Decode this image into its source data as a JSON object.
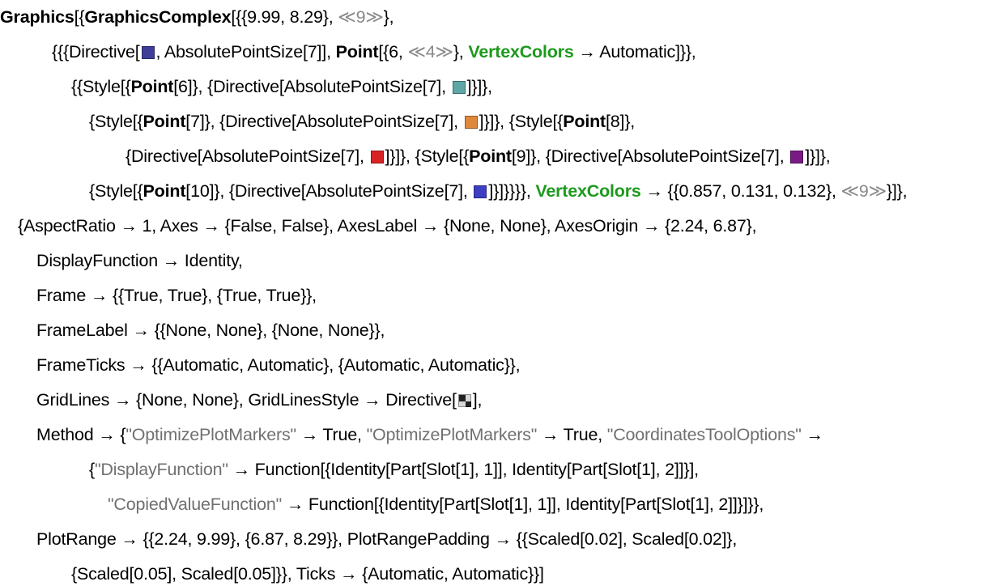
{
  "lines": [
    [
      {
        "t": "Graphics",
        "s": "b"
      },
      {
        "t": "[{"
      },
      {
        "t": "GraphicsComplex",
        "s": "b"
      },
      {
        "t": "[{{9.99, 8.29}, "
      },
      {
        "t": "≪9≫",
        "s": "gr"
      },
      {
        "t": "},"
      }
    ],
    [
      {
        "t": "{{{Directive["
      },
      {
        "sw": "#3f3d99"
      },
      {
        "t": ", AbsolutePointSize[7]], "
      },
      {
        "t": "Point",
        "s": "b"
      },
      {
        "t": "[{6, "
      },
      {
        "t": "≪4≫",
        "s": "gr"
      },
      {
        "t": "}, "
      },
      {
        "t": "VertexColors",
        "s": "g"
      },
      {
        "t": " → Automatic]}},"
      }
    ],
    [
      {
        "t": "{{Style[{"
      },
      {
        "t": "Point",
        "s": "b"
      },
      {
        "t": "[6]}, {Directive[AbsolutePointSize[7], "
      },
      {
        "sw": "#5fa6a6"
      },
      {
        "t": "]}]},"
      }
    ],
    [
      {
        "t": "{Style[{"
      },
      {
        "t": "Point",
        "s": "b"
      },
      {
        "t": "[7]}, {Directive[AbsolutePointSize[7], "
      },
      {
        "sw": "#e0883a"
      },
      {
        "t": "]}]}, {Style[{"
      },
      {
        "t": "Point",
        "s": "b"
      },
      {
        "t": "[8]},"
      }
    ],
    [
      {
        "t": "{Directive[AbsolutePointSize[7], "
      },
      {
        "sw": "#d92426"
      },
      {
        "t": "]}]}, {Style[{"
      },
      {
        "t": "Point",
        "s": "b"
      },
      {
        "t": "[9]}, {Directive[AbsolutePointSize[7], "
      },
      {
        "sw": "#7a1a84"
      },
      {
        "t": "]}]},"
      }
    ],
    [
      {
        "t": "{Style[{"
      },
      {
        "t": "Point",
        "s": "b"
      },
      {
        "t": "[10]}, {Directive[AbsolutePointSize[7], "
      },
      {
        "sw": "#3e3ec4"
      },
      {
        "t": "]}]}}}}, "
      },
      {
        "t": "VertexColors",
        "s": "g"
      },
      {
        "t": " → {{0.857, 0.131, 0.132}, "
      },
      {
        "t": "≪9≫",
        "s": "gr"
      },
      {
        "t": "}]},"
      }
    ],
    [
      {
        "t": "{AspectRatio → 1, Axes → {False, False}, AxesLabel → {None, None}, AxesOrigin → {2.24, 6.87},"
      }
    ],
    [
      {
        "t": "DisplayFunction → Identity,"
      }
    ],
    [
      {
        "t": "Frame → {{True, True}, {True, True}},"
      }
    ],
    [
      {
        "t": "FrameLabel → {{None, None}, {None, None}},"
      }
    ],
    [
      {
        "t": "FrameTicks → {{Automatic, Automatic}, {Automatic, Automatic}},"
      }
    ],
    [
      {
        "t": "GridLines → {None, None}, GridLinesStyle → Directive["
      },
      {
        "sw": "checker"
      },
      {
        "t": "],"
      }
    ],
    [
      {
        "t": "Method → {"
      },
      {
        "t": "\"OptimizePlotMarkers\"",
        "s": "str"
      },
      {
        "t": " → True, "
      },
      {
        "t": "\"OptimizePlotMarkers\"",
        "s": "str"
      },
      {
        "t": " → True, "
      },
      {
        "t": "\"CoordinatesToolOptions\"",
        "s": "str"
      },
      {
        "t": " →"
      }
    ],
    [
      {
        "t": "{"
      },
      {
        "t": "\"DisplayFunction\"",
        "s": "str"
      },
      {
        "t": " → Function[{Identity[Part[Slot[1], 1]], Identity[Part[Slot[1], 2]]}],"
      }
    ],
    [
      {
        "t": "\"CopiedValueFunction\"",
        "s": "str"
      },
      {
        "t": " → Function[{Identity[Part[Slot[1], 1]], Identity[Part[Slot[1], 2]]}]}},"
      }
    ],
    [
      {
        "t": "PlotRange → {{2.24, 9.99}, {6.87, 8.29}}, PlotRangePadding → {{Scaled[0.02], Scaled[0.02]},"
      }
    ],
    [
      {
        "t": "{Scaled[0.05], Scaled[0.05]}}, Ticks → {Automatic, Automatic}}]"
      }
    ]
  ]
}
